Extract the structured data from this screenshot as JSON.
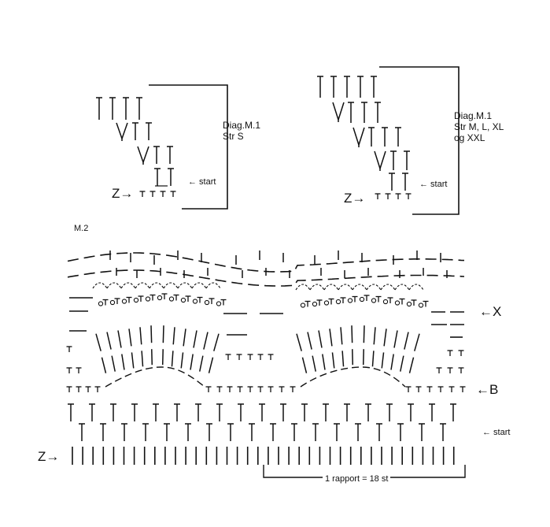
{
  "diagram_small": {
    "title": "Diag.M.1",
    "sizes": "Str S",
    "start_label": "← start",
    "z_label": "Z→",
    "t_row": "TTTT"
  },
  "diagram_large": {
    "title": "Diag.M.1",
    "sizes_line1": "Str M, L, XL",
    "sizes_line2": "og XXL",
    "start_label": "← start",
    "z_label": "Z→",
    "t_row": "TTTT"
  },
  "m2": {
    "title": "M.2",
    "x_marker": "←X",
    "b_marker": "←B",
    "start_label": "← start",
    "z_label": "Z→",
    "rapport_label": "1 rapport = 18 st"
  }
}
